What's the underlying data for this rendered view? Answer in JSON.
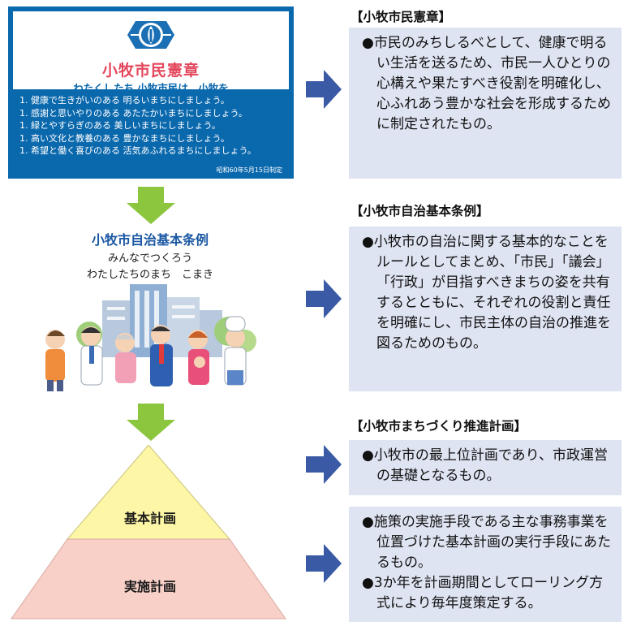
{
  "charter": {
    "title": "小牧市民憲章",
    "subtitle": "わたくしたち 小牧市民は、小牧を",
    "items": [
      "1. 健康で生きがいのある 明るいまちにしましょう。",
      "1. 感謝と思いやりのある あたたかいまちにしましょう。",
      "1. 緑とやすらぎのある 美しいまちにしましょう。",
      "1. 高い文化と教養のある 豊かなまちにしましょう。",
      "1. 希望と働く喜びのある 活気あふれるまちにしましょう。"
    ],
    "date": "昭和60年5月15日制定",
    "colors": {
      "panel": "#0a68ad",
      "title": "#e4465b"
    }
  },
  "jichi": {
    "title": "小牧市自治基本条例",
    "slogan_line1": "みんなでつくろう",
    "slogan_line2": "わたしたちのまち　こまき"
  },
  "pyramid": {
    "top_label": "基本計画",
    "bottom_label": "実施計画",
    "colors": {
      "top": "#fdf6a6",
      "bottom": "#f8d0c8"
    }
  },
  "sections": [
    {
      "heading": "【小牧市民憲章】",
      "bullets": [
        "●市民のみちしるべとして、健康で明るい生活を送るため、市民一人ひとりの心構えや果たすべき役割を明確化し、心ふれあう豊かな社会を形成するために制定されたもの。"
      ]
    },
    {
      "heading": "【小牧市自治基本条例】",
      "bullets": [
        "●小牧市の自治に関する基本的なことをルールとしてまとめ、「市民」「議会」「行政」が目指すべきまちの姿を共有するとともに、それぞれの役割と責任を明確にし、市民主体の自治の推進を図るためのもの。"
      ]
    },
    {
      "heading": "【小牧市まちづくり推進計画】",
      "bullets": [
        "●小牧市の最上位計画であり、市政運営の基礎となるもの。"
      ]
    },
    {
      "heading": "",
      "bullets": [
        "●施策の実施手段である主な事務事業を位置づけた基本計画の実行手段にあたるもの。",
        "●3か年を計画期間としてローリング方式により毎年度策定する。"
      ]
    }
  ],
  "colors": {
    "arrow_green": "#8cc63f",
    "arrow_blue": "#3a5aa6",
    "box_bg": "#dfe4f2"
  }
}
